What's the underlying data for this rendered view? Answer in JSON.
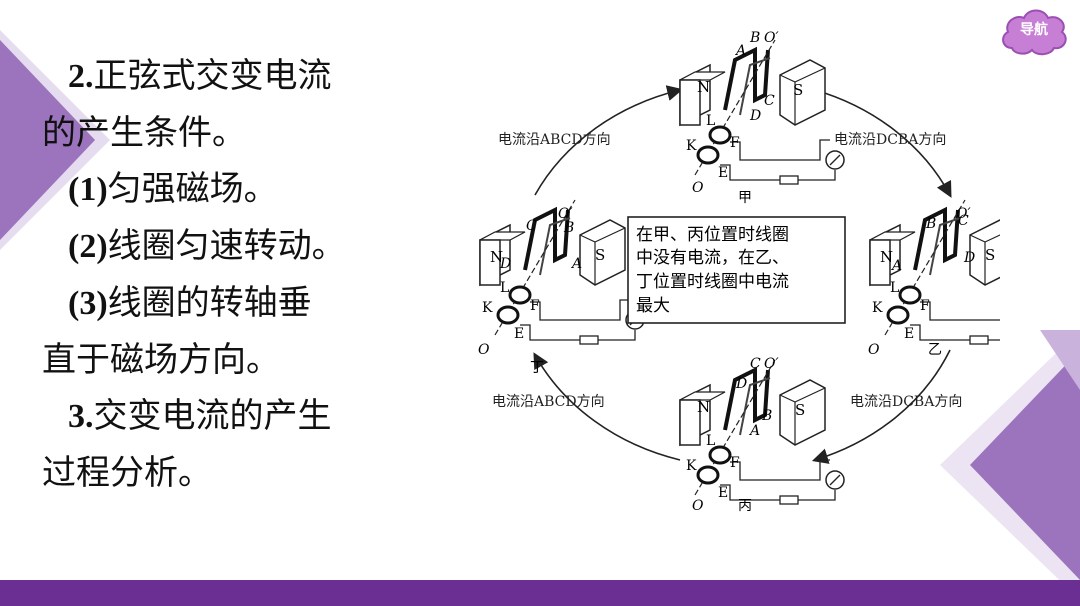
{
  "nav": {
    "label": "导航"
  },
  "content": {
    "p1_num": "2.",
    "p1_text_a": "正弦式交变电流",
    "p1_text_b": "的产生条件。",
    "item1_num": "(1)",
    "item1_text": "匀强磁场。",
    "item2_num": "(2)",
    "item2_text": "线圈匀速转动。",
    "item3_num": "(3)",
    "item3_text_a": "线圈的转轴垂",
    "item3_text_b": "直于磁场方向。",
    "p3_num": "3.",
    "p3_text_a": "交变电流的产生",
    "p3_text_b": "过程分析。"
  },
  "diagram": {
    "positions": {
      "jia": "甲",
      "yi": "乙",
      "bing": "丙",
      "ding": "丁"
    },
    "arrows": {
      "top_left": "电流沿ABCD方向",
      "top_right": "电流沿DCBA方向",
      "bottom_left": "电流沿ABCD方向",
      "bottom_right": "电流沿DCBA方向"
    },
    "center_note": {
      "line1": "在甲、丙位置时线圈",
      "line2": "中没有电流，在乙、",
      "line3": "丁位置时线圈中电流",
      "line4": "最大"
    },
    "poles": {
      "north": "N",
      "south": "S"
    },
    "letters": {
      "A": "A",
      "B": "B",
      "C": "C",
      "D": "D",
      "E": "E",
      "F": "F",
      "K": "K",
      "L": "L",
      "O": "O",
      "O2": "O′"
    }
  },
  "colors": {
    "accent": "#6b2f94",
    "deco_light": "#c9b2dc",
    "deco_mid": "#9b74bd",
    "nav_fill": "#c77fd6"
  }
}
